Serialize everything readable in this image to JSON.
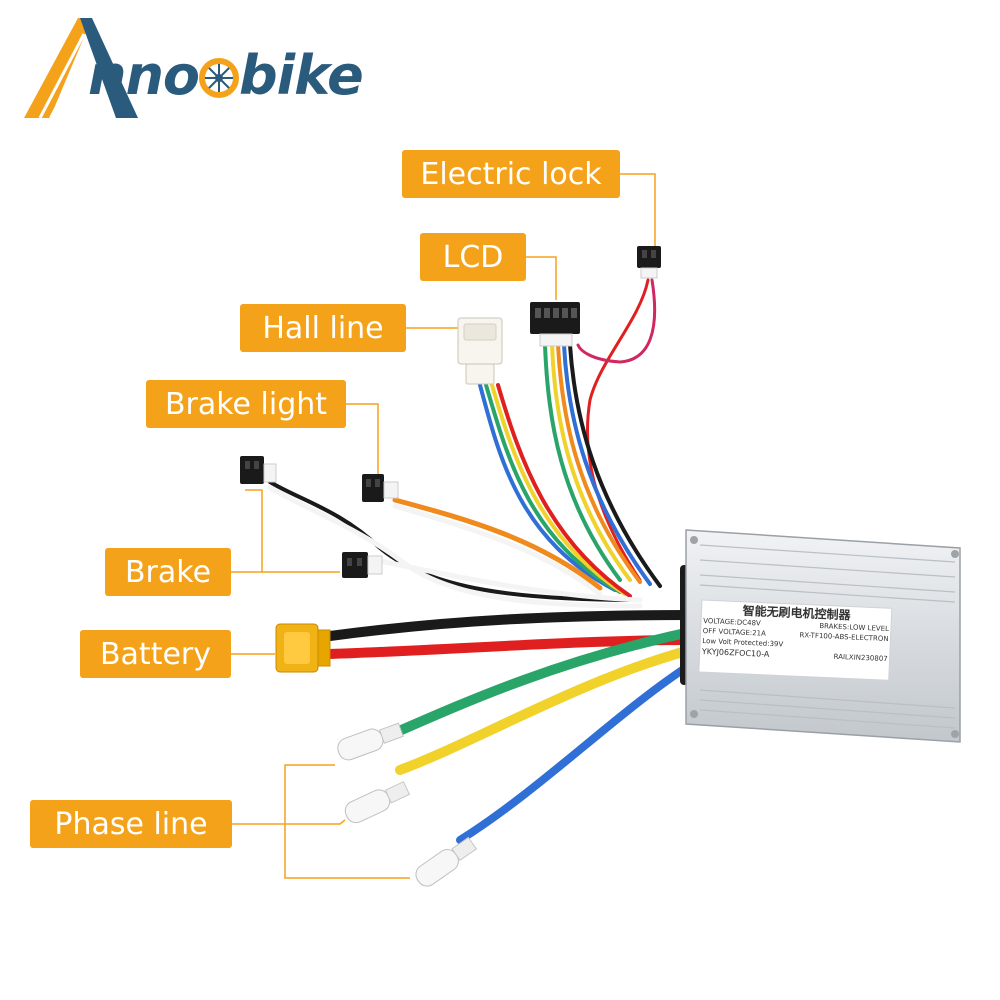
{
  "brand": {
    "text_a": "nno",
    "text_b": "bike",
    "colors": {
      "accent": "#f5a21b",
      "dark": "#2a5a7c"
    }
  },
  "labels": {
    "electric_lock": "Electric lock",
    "lcd": "LCD",
    "hall_line": "Hall line",
    "brake_light": "Brake light",
    "brake": "Brake",
    "battery": "Battery",
    "phase_line": "Phase line"
  },
  "controller": {
    "line1": "智能无刷电机控制器",
    "line2_left": "VOLTAGE:DC48V",
    "line2_right": "BRAKES:LOW LEVEL",
    "line3_left": "OFF VOLTAGE:21A",
    "line3_right": "RX-TF100-ABS-ELECTRON",
    "line4_left": "Low Volt Protected:39V",
    "line5_left": "YKYJ06ZFOC10-A",
    "line5_right": "RAILXIN230807"
  },
  "colors": {
    "label_bg": "#f5a21b",
    "leader": "#f5a21b",
    "housing": "#dfe2e5",
    "wire_green": "#2aa56a",
    "wire_yellow": "#f0d22a",
    "wire_blue": "#2f6fd6",
    "wire_red": "#e02020",
    "wire_black": "#1a1a1a",
    "wire_orange": "#f08a1c"
  }
}
